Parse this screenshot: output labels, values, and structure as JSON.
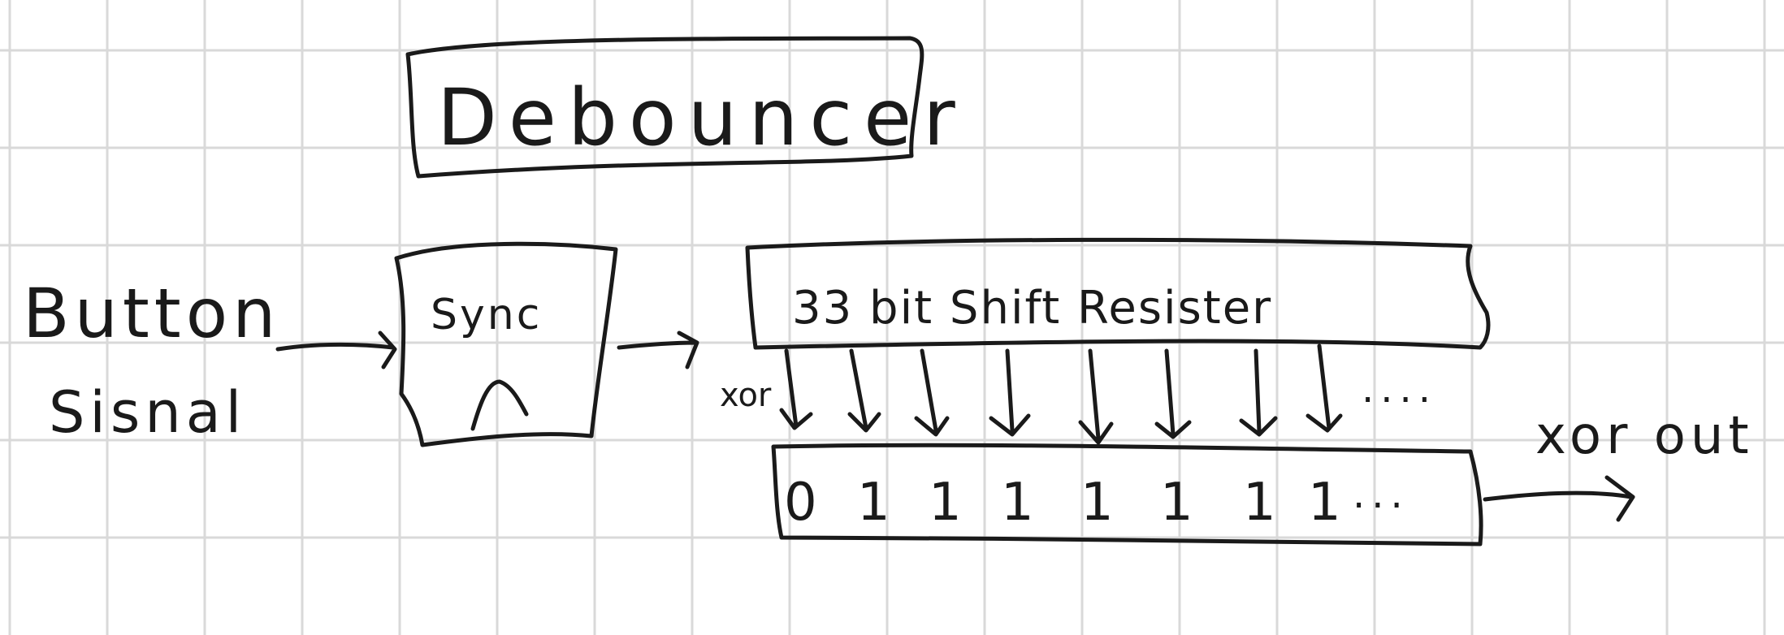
{
  "title": "Debouncer",
  "input_label": {
    "line1": "Button",
    "line2": "Sisnal"
  },
  "sync_block": {
    "label": "Sync",
    "clock_symbol": "^"
  },
  "shift_register": {
    "label": "33 bit Shift Resister"
  },
  "xor_label": "xor",
  "xor_array": {
    "bits": [
      "0",
      "1",
      "1",
      "1",
      "1",
      "1",
      "1",
      "1"
    ],
    "continuation": "..."
  },
  "output_label": "xor out",
  "tap_continuation": "...."
}
